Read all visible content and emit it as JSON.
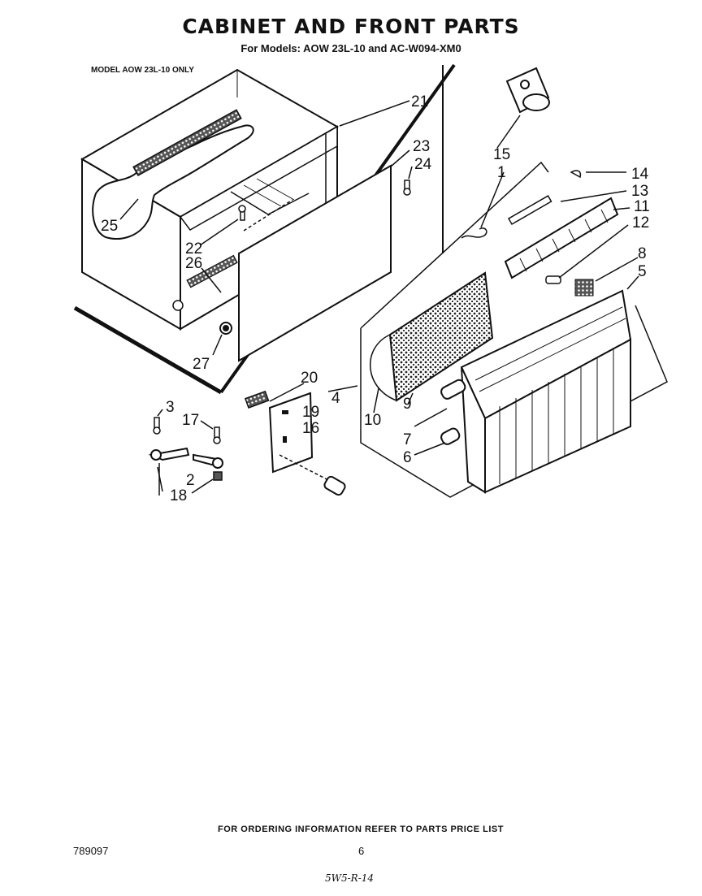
{
  "header": {
    "title": "CABINET AND FRONT PARTS",
    "subtitle": "For Models: AOW 23L-10 and AC-W094-XM0"
  },
  "diagram": {
    "model_note": "MODEL AOW 23L-10 ONLY",
    "callouts": {
      "c1": "1",
      "c2": "2",
      "c3": "3",
      "c4": "4",
      "c5": "5",
      "c6": "6",
      "c7": "7",
      "c8": "8",
      "c9": "9",
      "c10": "10",
      "c11": "11",
      "c12": "12",
      "c13": "13",
      "c14": "14",
      "c15": "15",
      "c16": "16",
      "c17": "17",
      "c18": "18",
      "c19": "19",
      "c20": "20",
      "c21": "21",
      "c22": "22",
      "c23": "23",
      "c24": "24",
      "c25": "25",
      "c26": "26",
      "c27": "27"
    }
  },
  "footer": {
    "ordering_note": "FOR ORDERING INFORMATION REFER TO PARTS PRICE LIST",
    "document_number": "789097",
    "page_number": "6",
    "handwritten_note": "5W5-R-14"
  }
}
